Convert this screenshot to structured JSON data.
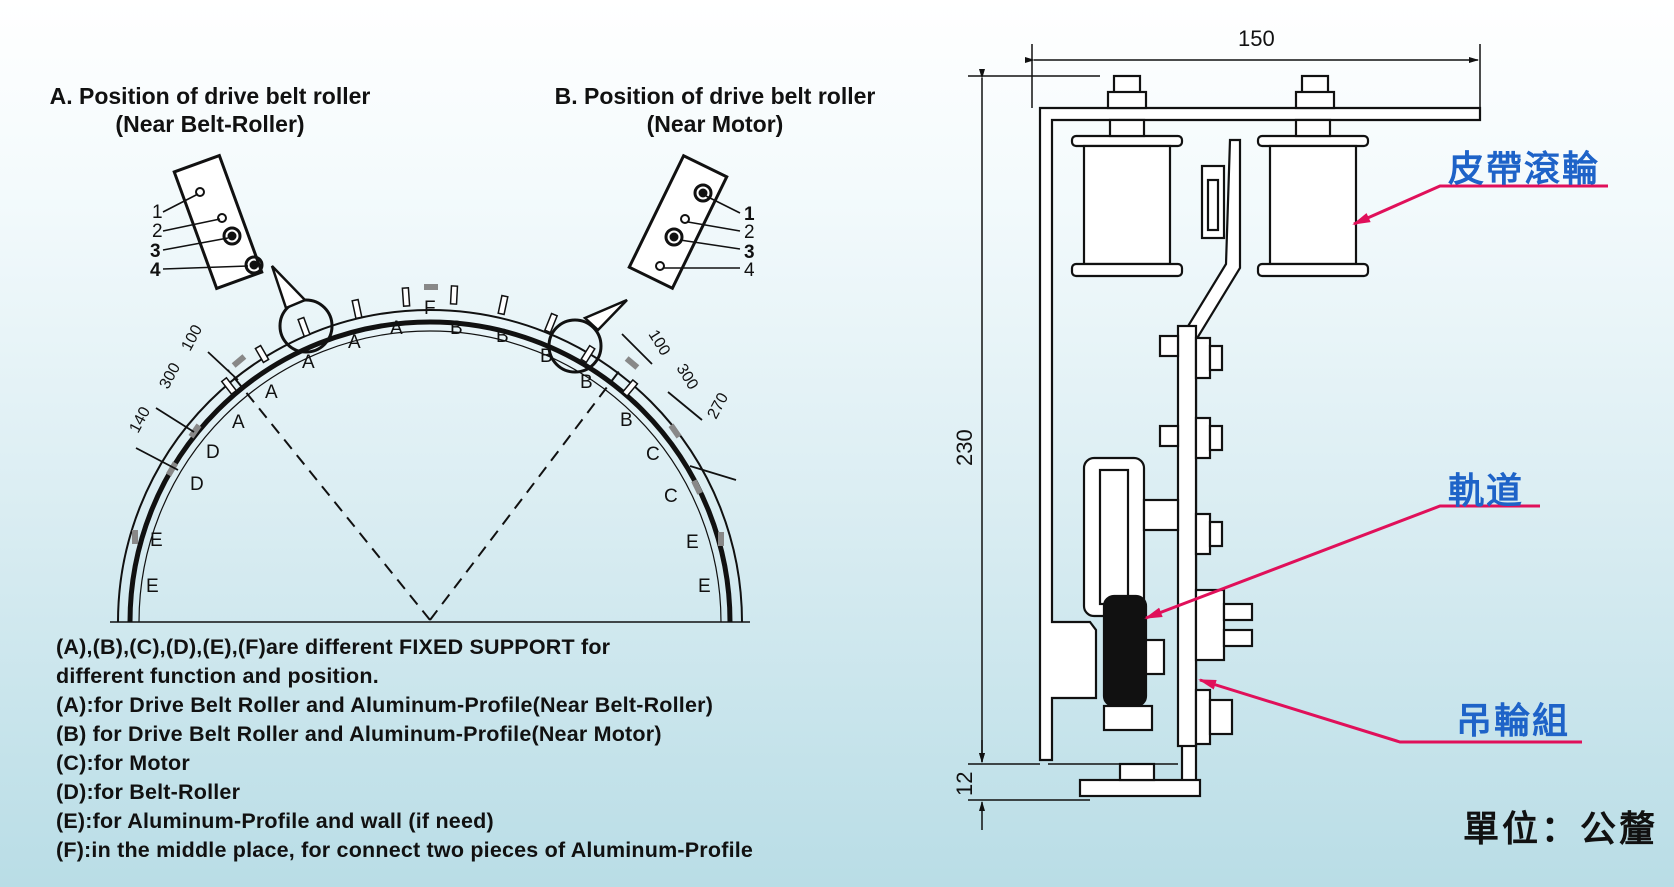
{
  "titles": {
    "a_line1": "A. Position of drive belt roller",
    "a_line2": "(Near Belt-Roller)",
    "b_line1": "B. Position of drive belt roller",
    "b_line2": "(Near Motor)"
  },
  "arc_letters": {
    "A": "A",
    "B": "B",
    "C": "C",
    "D": "D",
    "E": "E",
    "F": "F"
  },
  "hole_numbers": [
    "1",
    "2",
    "3",
    "4"
  ],
  "arc_dimensions": {
    "left_100": "100",
    "left_300": "300",
    "left_140": "140",
    "right_100": "100",
    "right_300": "300",
    "right_270": "270"
  },
  "legend": [
    "(A),(B),(C),(D),(E),(F)are different FIXED SUPPORT for",
    "different function and position.",
    "(A):for Drive Belt Roller and Aluminum-Profile(Near Belt-Roller)",
    "(B) for Drive Belt Roller and Aluminum-Profile(Near Motor)",
    "(C):for Motor",
    "(D):for Belt-Roller",
    "(E):for Aluminum-Profile and wall (if need)",
    "(F):in the middle place, for connect two pieces of Aluminum-Profile"
  ],
  "dimensions": {
    "width": "150",
    "height": "230",
    "bottom": "12"
  },
  "callouts": {
    "belt_roller": "皮帶滾輪",
    "track": "軌道",
    "hanger_wheel": "吊輪組"
  },
  "units": "單位：公釐",
  "colors": {
    "callout_text": "#1e63c8",
    "callout_line": "#e0105a"
  }
}
